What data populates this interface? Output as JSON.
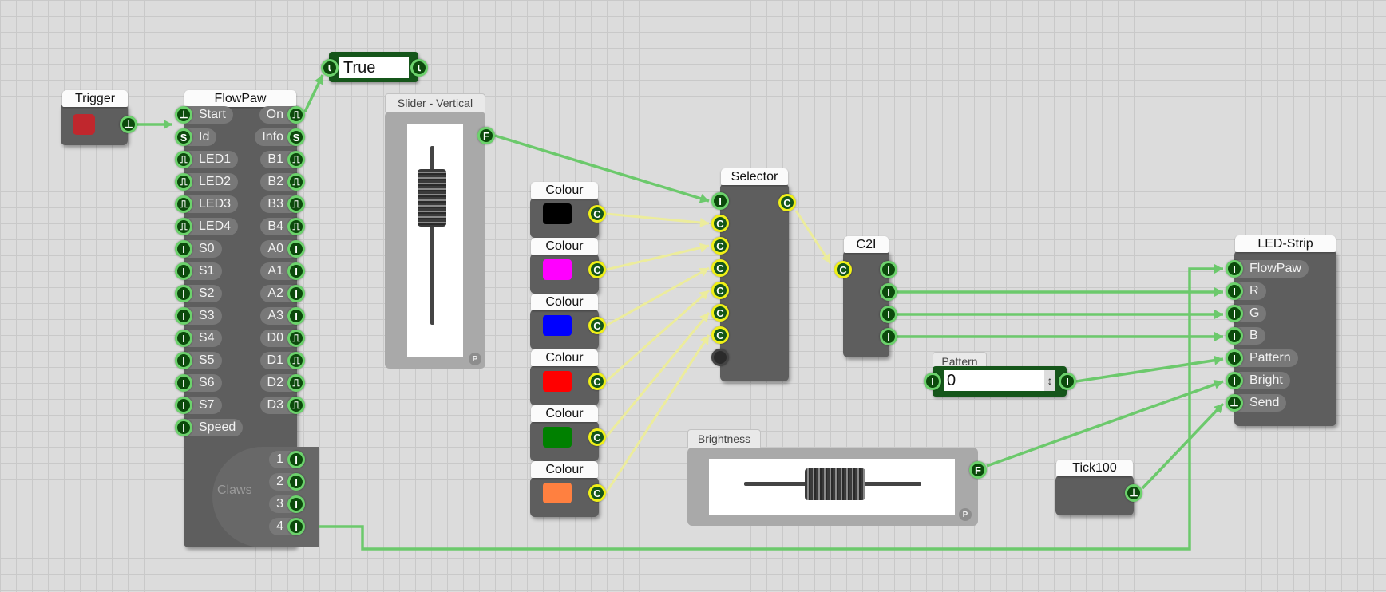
{
  "trigger": {
    "title": "Trigger",
    "button_color": "#c0272d"
  },
  "flowpaw": {
    "title": "FlowPaw",
    "inputs": [
      "Start",
      "Id",
      "LED1",
      "LED2",
      "LED3",
      "LED4",
      "S0",
      "S1",
      "S2",
      "S3",
      "S4",
      "S5",
      "S6",
      "S7",
      "Speed"
    ],
    "input_glyphs": [
      "⊥",
      "S",
      "⎍",
      "⎍",
      "⎍",
      "⎍",
      "I",
      "I",
      "I",
      "I",
      "I",
      "I",
      "I",
      "I",
      "I"
    ],
    "outputs": [
      "On",
      "Info",
      "B1",
      "B2",
      "B3",
      "B4",
      "A0",
      "A1",
      "A2",
      "A3",
      "D0",
      "D1",
      "D2",
      "D3"
    ],
    "output_glyphs": [
      "⎍",
      "S",
      "⎍",
      "⎍",
      "⎍",
      "⎍",
      "I",
      "I",
      "I",
      "I",
      "⎍",
      "⎍",
      "⎍",
      "⎍"
    ],
    "claws_label": "Claws",
    "claws": [
      "1",
      "2",
      "3",
      "4"
    ]
  },
  "true_box": {
    "value": "True"
  },
  "slider_vertical": {
    "title": "Slider - Vertical",
    "port": "F",
    "badge": "P"
  },
  "colours": {
    "title": "Colour",
    "swatches": [
      "#000000",
      "#ff00ff",
      "#0000ff",
      "#ff0000",
      "#008000",
      "#ff8040"
    ],
    "port": "C"
  },
  "selector": {
    "title": "Selector",
    "first_input": "I",
    "inputs": "C",
    "output": "C"
  },
  "c2i": {
    "title": "C2I",
    "input": "C",
    "outputs": "I"
  },
  "pattern": {
    "title": "Pattern",
    "value": "0",
    "spinner": "↕",
    "port": "I"
  },
  "brightness": {
    "title": "Brightness",
    "port": "F",
    "badge": "P"
  },
  "tick": {
    "title": "Tick100",
    "port": "⊥"
  },
  "ledstrip": {
    "title": "LED-Strip",
    "inputs": [
      "FlowPaw",
      "R",
      "G",
      "B",
      "Pattern",
      "Bright",
      "Send"
    ],
    "glyphs": [
      "I",
      "I",
      "I",
      "I",
      "I",
      "I",
      "⊥"
    ]
  },
  "colors": {
    "wire_green": "#6cc96c",
    "wire_yellow": "#ecec9c",
    "node_bg": "#5e5e5e"
  }
}
